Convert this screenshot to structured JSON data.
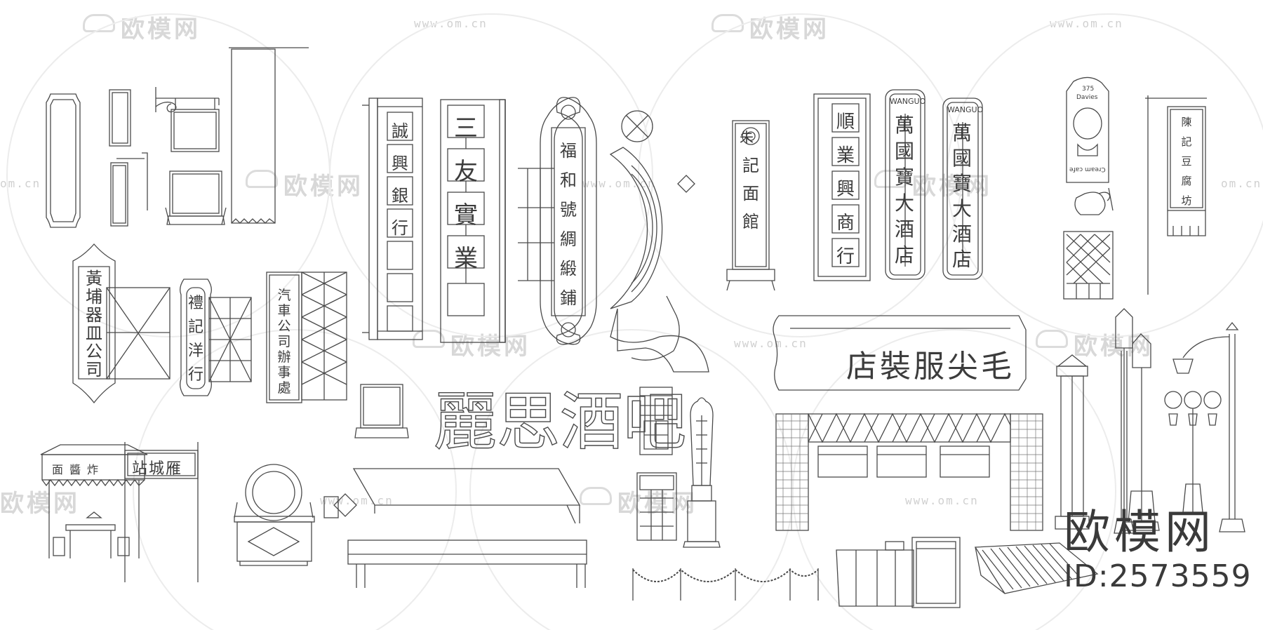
{
  "watermark": {
    "brand": "欧模网",
    "url": "www.om.cn",
    "url_short": "om.cn"
  },
  "brand_stamp": {
    "name": "欧模网",
    "id_text": "ID:2573559"
  },
  "sign_texts": {
    "chengxinghuanqi": "誠興銀行",
    "sanyouye": [
      "三",
      "友",
      "實",
      "業"
    ],
    "fuhe": [
      "福",
      "和",
      "號",
      "綢",
      "緞",
      "鋪"
    ],
    "zhuji": [
      "朱",
      "記",
      "面",
      "館"
    ],
    "shunshang": [
      "順",
      "業",
      "興",
      "商",
      "行"
    ],
    "wanguo": [
      "萬",
      "國",
      "寶",
      "大",
      "酒",
      "店"
    ],
    "wanguo_en": "WANGUO",
    "huangpu": [
      "黃",
      "埔",
      "器",
      "皿",
      "公",
      "司"
    ],
    "liji": [
      "禮",
      "記",
      "洋",
      "行"
    ],
    "qiche": [
      "汽",
      "車",
      "公",
      "司",
      "辦",
      "事",
      "處"
    ],
    "lisi_bar": "麗思酒吧",
    "maojian": "店裝服尖毛",
    "chejun": "站城雁",
    "awning": "面 醬 炸",
    "chen_sign": [
      "陳",
      "記",
      "豆",
      "腐",
      "坊"
    ],
    "sign_375": "375",
    "davies": "Davies",
    "cream_cafe": "Cream cafe"
  },
  "colors": {
    "line": "#4a4a4a",
    "watermark": "#d9d9d9",
    "brand_text": "#3a3a3a",
    "background": "#ffffff"
  }
}
